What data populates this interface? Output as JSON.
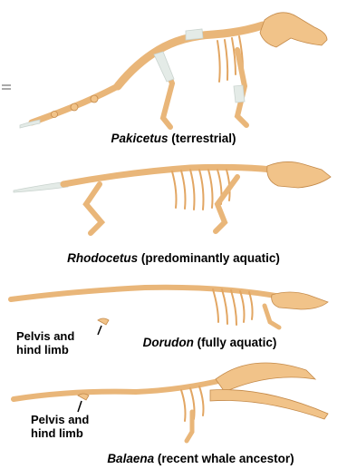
{
  "figure": {
    "panels": [
      {
        "id": "pakicetus",
        "species": "Pakicetus",
        "descriptor": "(terrestrial)"
      },
      {
        "id": "rhodocetus",
        "species": "Rhodocetus",
        "descriptor": "(predominantly aquatic)"
      },
      {
        "id": "dorudon",
        "species": "Dorudon",
        "descriptor": "(fully aquatic)"
      },
      {
        "id": "balaena",
        "species": "Balaena",
        "descriptor": "(recent whale ancestor)"
      }
    ],
    "labels": {
      "dorudon_pelvis": [
        "Pelvis and",
        "hind limb"
      ],
      "balaena_pelvis": [
        "Pelvis and",
        "hind limb"
      ]
    },
    "colors": {
      "bone": "#F1C389",
      "bone_outline": "#C48A4A",
      "cartilage": "#E4EBE7"
    }
  }
}
